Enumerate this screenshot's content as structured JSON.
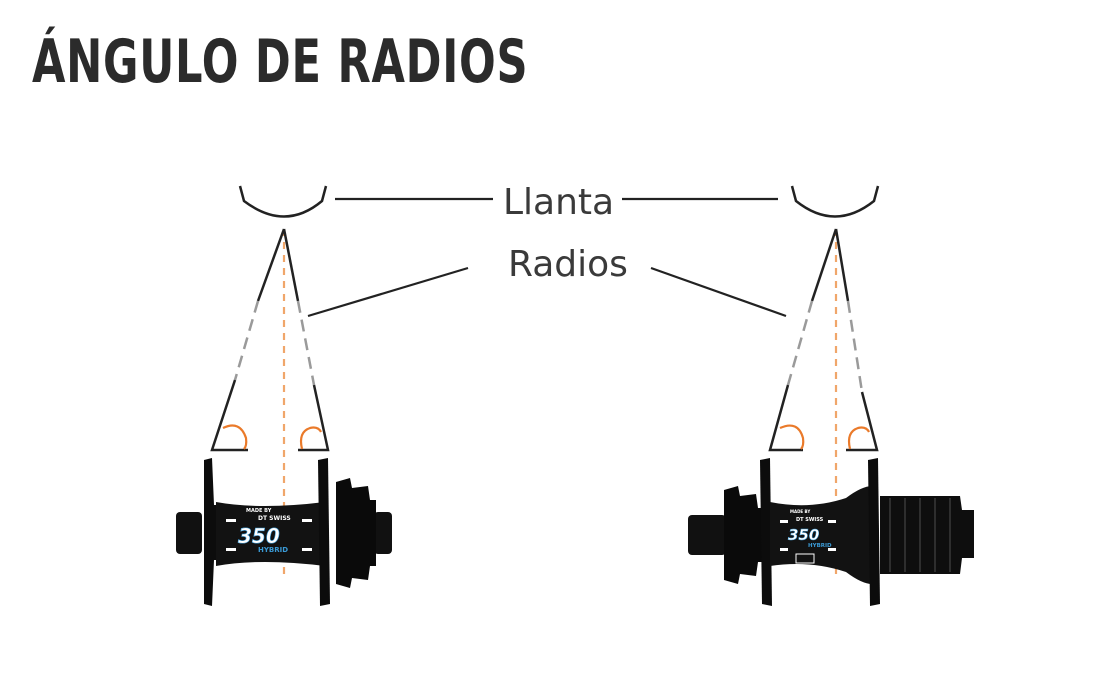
{
  "title": "ÁNGULO DE RADIOS",
  "labels": {
    "rim": "Llanta",
    "spokes": "Radios"
  },
  "hubs": {
    "front": {
      "made_by": "MADE BY",
      "brand": "DT SWISS",
      "model": "350",
      "line": "HYBRID"
    },
    "rear": {
      "made_by": "MADE BY",
      "brand": "DT SWISS",
      "model": "350",
      "line": "HYBRID"
    }
  },
  "colors": {
    "title": "#2b2b2b",
    "line": "#222222",
    "dashed": "#9a9a9a",
    "centerline": "#f0a66a",
    "angle_arc": "#ea7a2a",
    "hub_body": "#0c0c0c",
    "hub_accent": "#3a9ad6"
  }
}
